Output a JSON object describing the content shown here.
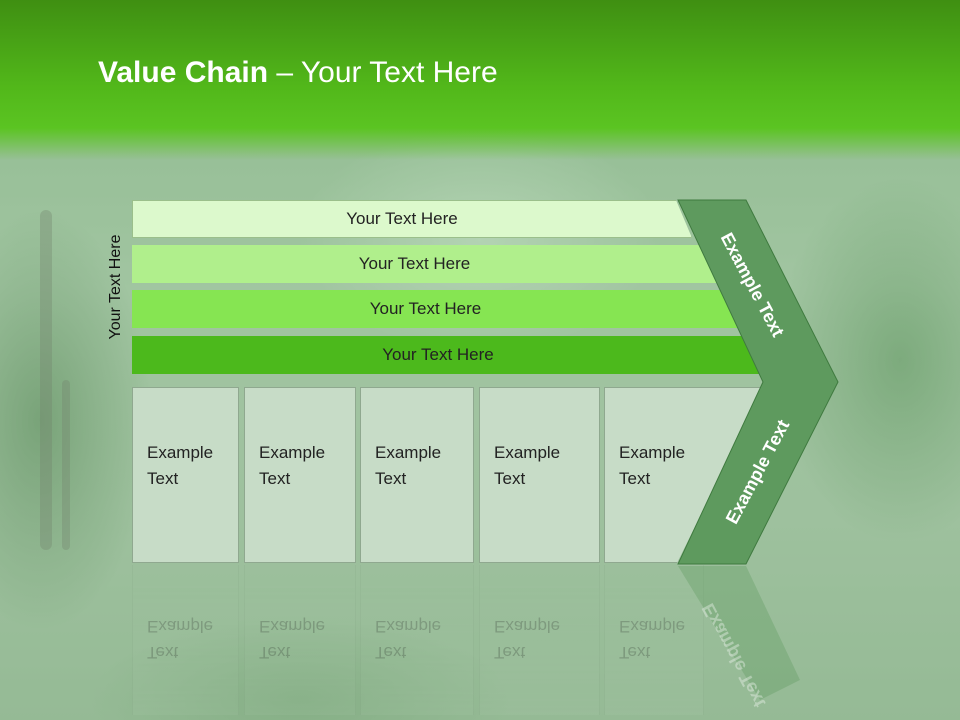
{
  "title": {
    "bold": "Value Chain",
    "rest": " – Your Text Here"
  },
  "side_label": "Your Text Here",
  "bars": [
    {
      "label": "Your Text Here"
    },
    {
      "label": "Your Text Here"
    },
    {
      "label": "Your Text Here"
    },
    {
      "label": "Your Text Here"
    }
  ],
  "boxes": [
    {
      "line1": "Example",
      "line2": "Text"
    },
    {
      "line1": "Example",
      "line2": "Text"
    },
    {
      "line1": "Example",
      "line2": "Text"
    },
    {
      "line1": "Example",
      "line2": "Text"
    },
    {
      "line1": "Example",
      "line2": "Text"
    }
  ],
  "chevron": {
    "upper_label": "Example Text",
    "lower_label": "Example Text",
    "color": "#5e9a5e"
  },
  "colors": {
    "header": "#52b81a",
    "bar1": "#dcf9cc",
    "bar2": "#b0ef8c",
    "bar3": "#86e552",
    "bar4": "#4cb91c",
    "box": "#c7dcc7"
  }
}
